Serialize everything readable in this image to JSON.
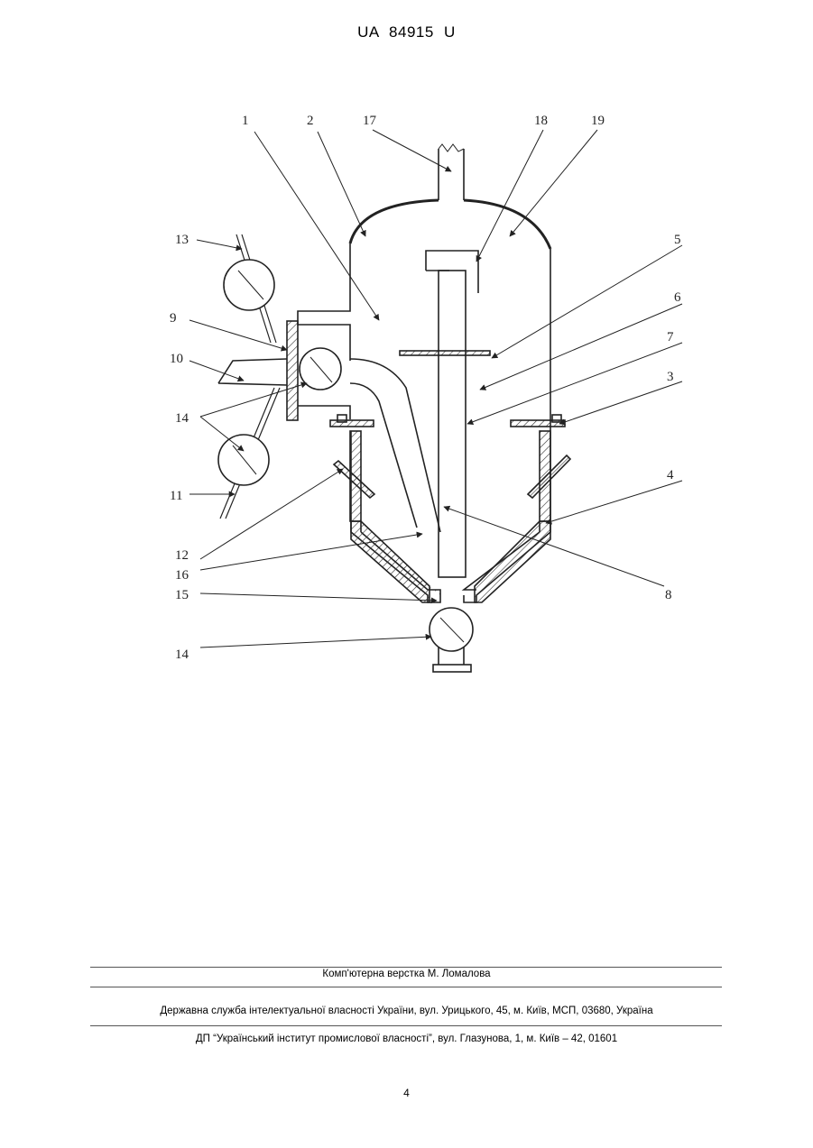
{
  "header": {
    "doc_id": "UA   84915   U"
  },
  "figure": {
    "labels": [
      "1",
      "2",
      "17",
      "18",
      "19",
      "13",
      "5",
      "6",
      "9",
      "7",
      "10",
      "3",
      "14",
      "4",
      "11",
      "12",
      "16",
      "8",
      "15",
      "14"
    ]
  },
  "footer": {
    "layout": "Комп'ютерна верстка М. Ломалова",
    "service": "Державна служба інтелектуальної власності України, вул. Урицького, 45, м. Київ, МСП, 03680, Україна",
    "institute": "ДП “Український інститут промислової власності”, вул. Глазунова, 1, м. Київ – 42, 01601"
  },
  "page": {
    "number": "4"
  }
}
